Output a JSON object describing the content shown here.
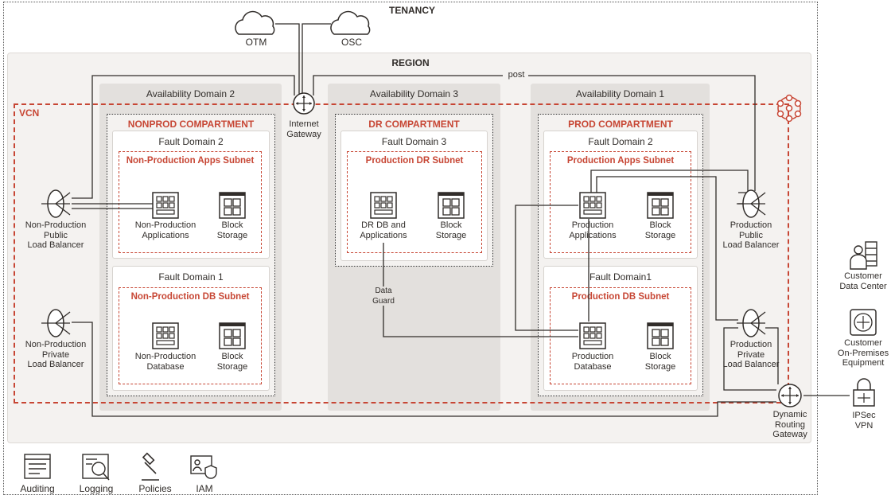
{
  "tenancy": "TENANCY",
  "region": "REGION",
  "vcn": "VCN",
  "clouds": {
    "otm": "OTM",
    "osc": "OSC"
  },
  "internet_gateway": "Internet\nGateway",
  "post": "post",
  "ad2": {
    "title": "Availability Domain 2",
    "compartment": "NONPROD COMPARTMENT",
    "fd_top": "Fault Domain 2",
    "fd_bottom": "Fault Domain 1",
    "subnet_top": "Non-Production Apps Subnet",
    "subnet_bottom": "Non-Production DB Subnet",
    "apps": "Non-Production\nApplications",
    "db": "Non-Production\nDatabase",
    "storage_top": "Block\nStorage",
    "storage_bottom": "Block\nStorage"
  },
  "ad3": {
    "title": "Availability Domain 3",
    "compartment": "DR COMPARTMENT",
    "fd": "Fault Domain 3",
    "subnet": "Production DR Subnet",
    "apps": "DR DB and\nApplications",
    "storage": "Block\nStorage",
    "data_guard": "Data\nGuard"
  },
  "ad1": {
    "title": "Availability Domain 1",
    "compartment": "PROD COMPARTMENT",
    "fd_top": "Fault Domain 2",
    "fd_bottom": "Fault Domain1",
    "subnet_top": "Production Apps Subnet",
    "subnet_bottom": "Production DB Subnet",
    "apps": "Production\nApplications",
    "db": "Production\nDatabase",
    "storage_top": "Block\nStorage",
    "storage_bottom": "Block\nStorage"
  },
  "lb": {
    "nonprod_public": "Non-Production\nPublic\nLoad Balancer",
    "nonprod_private": "Non-Production\nPrivate\nLoad Balancer",
    "prod_public": "Production\nPublic\nLoad Balancer",
    "prod_private": "Production\nPrivate\nLoad Balancer"
  },
  "drg": "Dynamic\nRouting\nGateway",
  "customer_dc": "Customer\nData Center",
  "customer_cpe": "Customer\nOn-Premises\nEquipment",
  "ipsec": "IPSec\nVPN",
  "services": [
    "Auditing",
    "Logging",
    "Policies",
    "IAM"
  ],
  "colors": {
    "orange": "#c74634",
    "dark": "#312d2a",
    "region_bg": "#f4f2f0",
    "ad_bg": "#e3e0dd"
  }
}
